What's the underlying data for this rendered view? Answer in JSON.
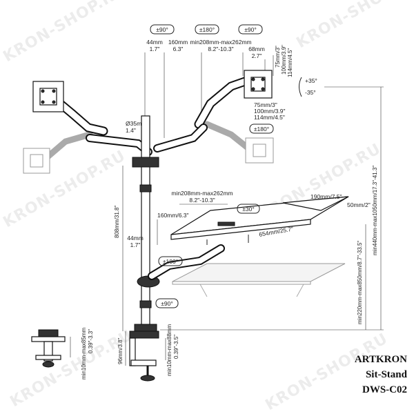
{
  "brand": {
    "line1": "ARTKRON",
    "line2": "Sit-Stand",
    "line3": "DWS-C02"
  },
  "watermark": "KRON-SHOP.RU",
  "angles": {
    "top_left": "±90°",
    "top_mid": "±180°",
    "top_right": "±90°",
    "tilt_up": "+35°",
    "tilt_down": "-35°",
    "vesa_rot": "±180°",
    "tray_rot": "±30°",
    "kbd_rot": "±180°",
    "base_rot": "±90°"
  },
  "dims": {
    "d44_mm": "44mm",
    "d44_in": "1.7\"",
    "d160_mm": "160mm",
    "d160_in": "6.3\"",
    "d208_mm": "min208mm-max262mm",
    "d208_in": "8.2\"-10.3\"",
    "d68_mm": "68mm",
    "d68_in": "2.7\"",
    "vesa_v1": "75mm/3\"",
    "vesa_v2": "100mm/3.9\"",
    "vesa_v3": "114mm/4.5\"",
    "vesa_h1": "75mm/3\"",
    "vesa_h2": "100mm/3.9\"",
    "vesa_h3": "114mm/4.5\"",
    "pole_mm": "Ø35mm",
    "pole_in": "1.4\"",
    "tray_208": "min208mm-max262mm",
    "tray_208_in": "8.2\"-10.3\"",
    "tray_160": "160mm/6.3\"",
    "tray_44_mm": "44mm",
    "tray_44_in": "1.7\"",
    "w190": "190mm/7.5\"",
    "w50": "50mm/2\"",
    "w654": "654mm/25.7\"",
    "h808": "808mm/31.8\"",
    "h220": "min220mm-max850mm/8.7\"-33.5\"",
    "h440": "min440mm-max1050mm/17.3\"-41.3\"",
    "clamp_96": "96mm/3.8\"",
    "clamp_10_88": "min10mm-max88mm",
    "clamp_10_88_in": "0.39\"-3.5\"",
    "grommet_10_85": "min10mm-max85mm",
    "grommet_10_85_in": "0.39\"-3.3\""
  }
}
